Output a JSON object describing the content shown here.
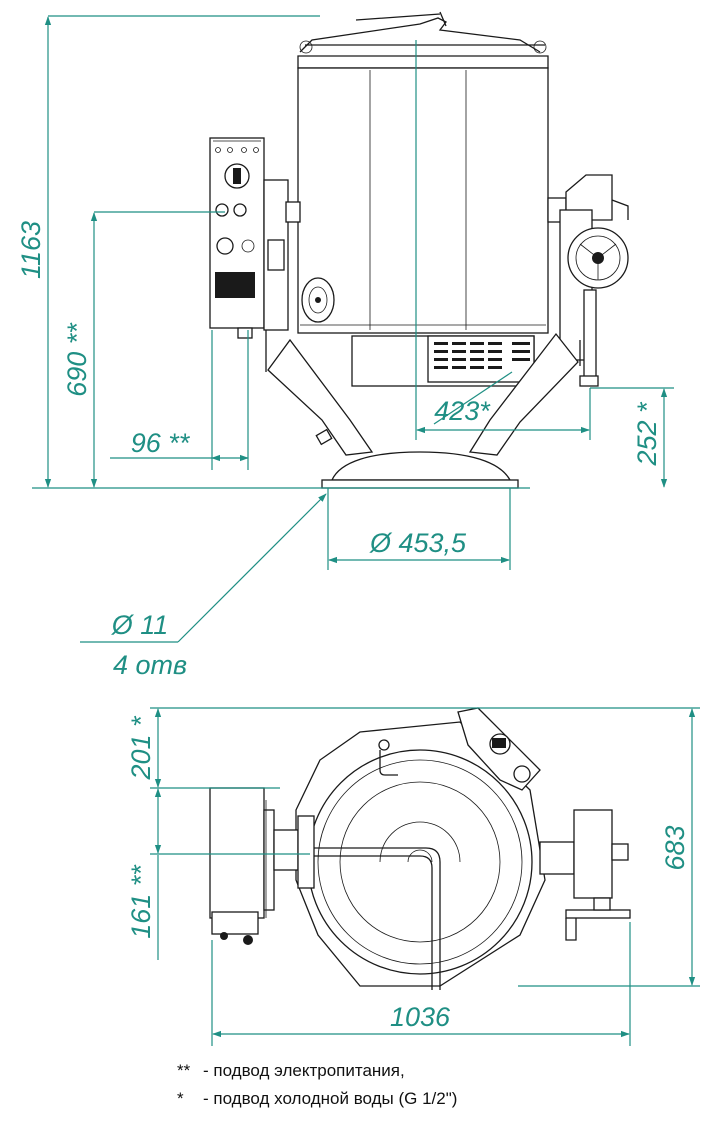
{
  "dimensions": {
    "total_height": "1163",
    "electrical_inlet_height": "690 **",
    "electrical_inlet_offset": "96 **",
    "water_inlet_offset": "423*",
    "water_inlet_height": "252 *",
    "base_diameter": "Ø 453,5",
    "mount_hole_diameter": "Ø 11",
    "mount_hole_count": "4 отв",
    "depth_total": "683",
    "water_inlet_depth": "201 *",
    "electrical_inlet_depth": "161 **",
    "width_total": "1036"
  },
  "legend": [
    {
      "marker": "**",
      "text": "- подвод электропитания,"
    },
    {
      "marker": "*",
      "text": "- подвод холодной воды (G 1/2\")"
    }
  ],
  "colors": {
    "dimension": "#1f8f84",
    "outline": "#1a1a1a",
    "background": "#ffffff"
  }
}
